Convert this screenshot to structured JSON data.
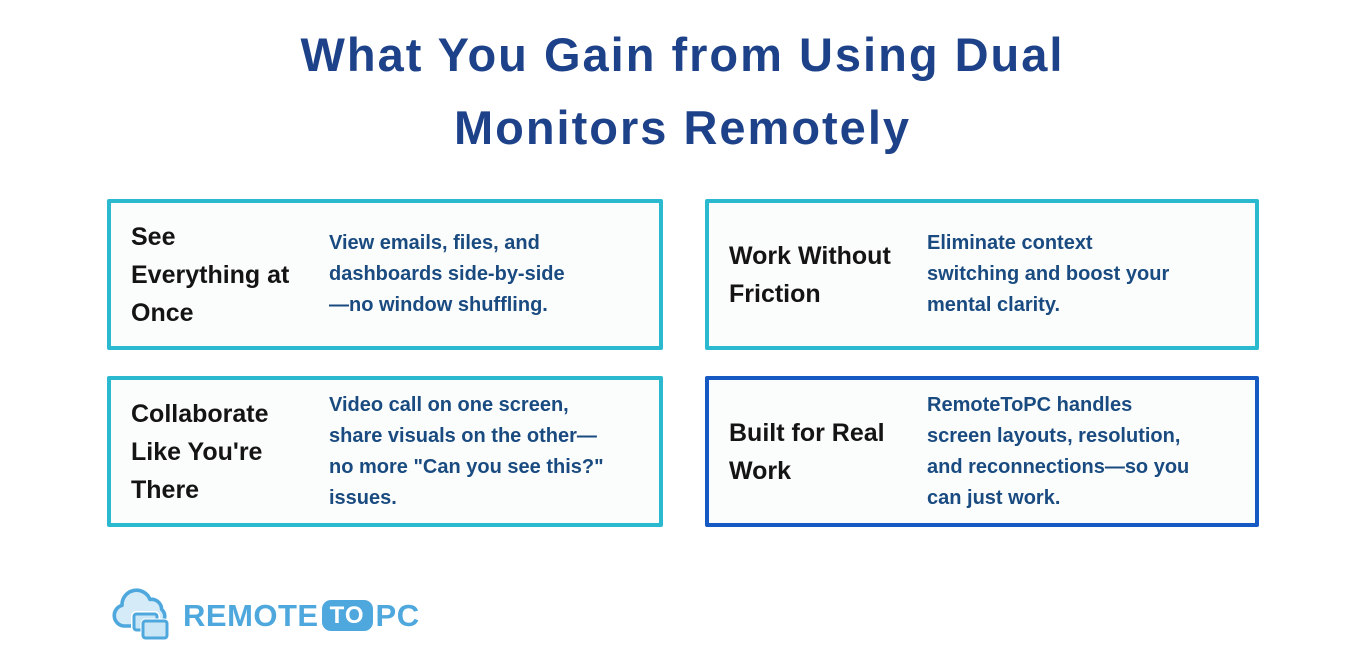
{
  "title": {
    "text": "What You Gain from Using Dual Monitors Remotely"
  },
  "cards": [
    {
      "heading": "See Everything at Once",
      "description": "View emails, files, and dashboards side-by-side—no window shuffling."
    },
    {
      "heading": "Work Without Friction",
      "description": "Eliminate context switching and boost your mental clarity."
    },
    {
      "heading": "Collaborate Like You're There",
      "description": "Video call on one screen, share visuals on the other—no more \"Can you see this?\" issues."
    },
    {
      "heading": "Built for Real Work",
      "description": "RemoteToPC handles screen layouts, resolution, and reconnections—so you can just work."
    }
  ],
  "logo": {
    "icon": "cloud-with-monitors-icon",
    "word_part1": "REMOTE",
    "word_part2": "TO",
    "word_part3": "PC"
  },
  "colors": {
    "title_navy": "#1E4289",
    "card_heading_black": "#141414",
    "card_description_navy": "#1A4B80",
    "accent_cyan_border": "#2BB9CF",
    "accent_blue_border": "#1659C2",
    "card_background": "#FBFCFC",
    "logo_blue": "#4FA8DD",
    "page_background": "#FFFFFF"
  }
}
